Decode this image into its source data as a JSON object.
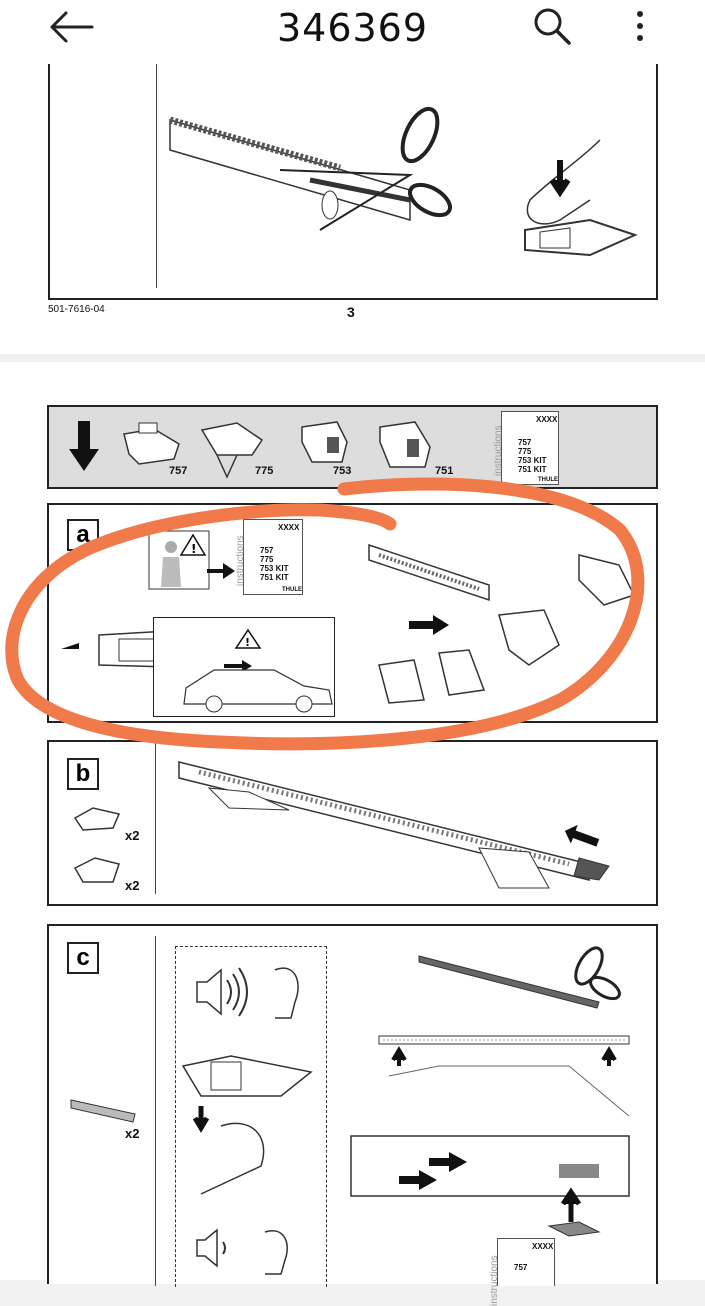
{
  "header": {
    "title": "346369"
  },
  "page1": {
    "doc_code": "501-7616-04",
    "page_number": "3"
  },
  "top_strip": {
    "items": [
      {
        "label": "757"
      },
      {
        "label": "775"
      },
      {
        "label": "753"
      },
      {
        "label": "751"
      }
    ],
    "instructions_doc": {
      "vertical": "instructions",
      "code": "XXXX",
      "lines": [
        "757",
        "775",
        "753 KIT",
        "751 KIT"
      ],
      "brand": "THULE"
    }
  },
  "panels": {
    "a": {
      "letter": "a",
      "instructions_doc": {
        "vertical": "instructions",
        "code": "XXXX",
        "lines": [
          "757",
          "775",
          "753 KIT",
          "751 KIT"
        ],
        "brand": "THULE"
      }
    },
    "b": {
      "letter": "b",
      "qty1": "x2",
      "qty2": "x2"
    },
    "c": {
      "letter": "c",
      "qty": "x2",
      "instructions_doc": {
        "vertical": "instructions",
        "code": "XXXX",
        "lines": [
          "757"
        ]
      }
    }
  },
  "annotation": {
    "color": "#f07a4a"
  },
  "icons": [
    "back-arrow-icon",
    "search-icon",
    "more-vert-icon"
  ]
}
